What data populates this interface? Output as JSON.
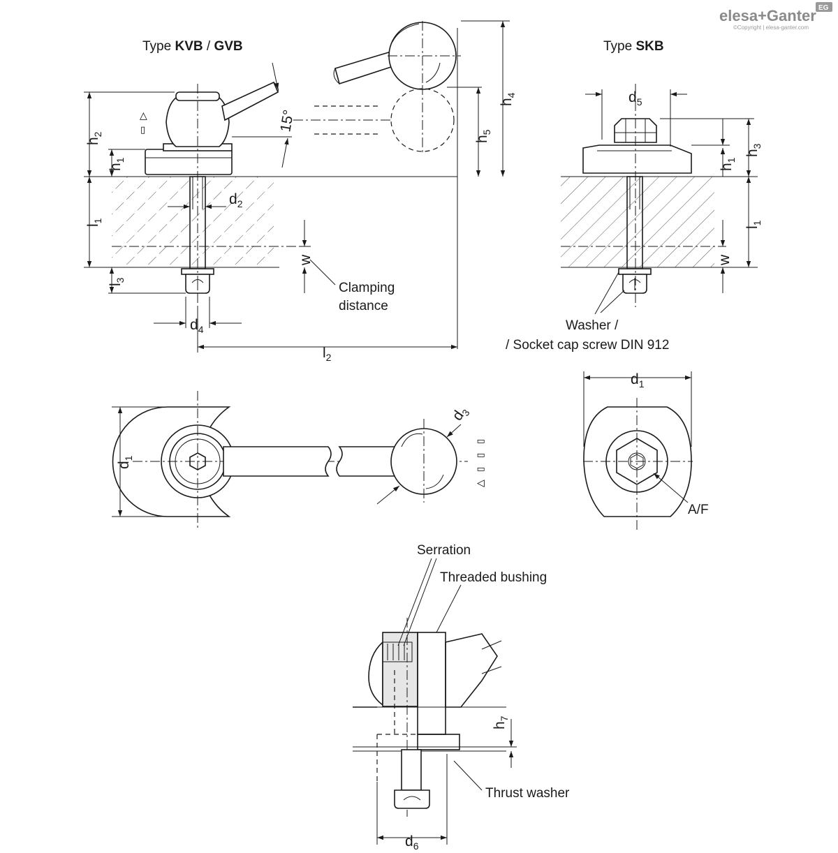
{
  "logo": {
    "brand": "elesa+Ganter",
    "badge": "EG",
    "copyright": "©Copyright | elesa-ganter.com"
  },
  "views": {
    "kvb": {
      "title_prefix": "Type ",
      "title_type1": "KVB",
      "title_sep": " / ",
      "title_type2": "GVB"
    },
    "skb": {
      "title_prefix": "Type ",
      "title_type": "SKB"
    }
  },
  "dimensions": {
    "h2": {
      "base": "h",
      "sub": "2"
    },
    "h1": {
      "base": "h",
      "sub": "1"
    },
    "h3": {
      "base": "h",
      "sub": "3"
    },
    "h4": {
      "base": "h",
      "sub": "4"
    },
    "h5": {
      "base": "h",
      "sub": "5"
    },
    "h7": {
      "base": "h",
      "sub": "7"
    },
    "l1": {
      "base": "l",
      "sub": "1"
    },
    "l2": {
      "base": "l",
      "sub": "2"
    },
    "l3": {
      "base": "l",
      "sub": "3"
    },
    "d1": {
      "base": "d",
      "sub": "1"
    },
    "d2": {
      "base": "d",
      "sub": "2"
    },
    "d3": {
      "base": "d",
      "sub": "3"
    },
    "d4": {
      "base": "d",
      "sub": "4"
    },
    "d5": {
      "base": "d",
      "sub": "5"
    },
    "d6": {
      "base": "d",
      "sub": "6"
    },
    "w": "w",
    "angle": "15°",
    "af": "A/F"
  },
  "callouts": {
    "clamping_line1": "Clamping",
    "clamping_line2": "distance",
    "washer_line1": "Washer /",
    "washer_line2": "/ Socket cap screw DIN 912",
    "serration": "Serration",
    "threaded_bushing": "Threaded bushing",
    "thrust_washer": "Thrust washer"
  }
}
